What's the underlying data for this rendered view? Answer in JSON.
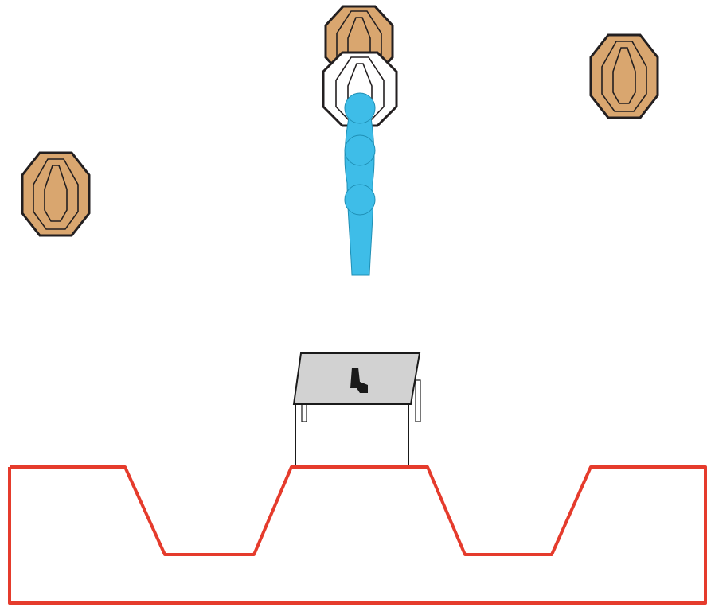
{
  "scene": {
    "description_note": "",
    "colors": {
      "background": "#ffffff",
      "target_fill": "#d9a66f",
      "target_stroke": "#231f20",
      "no_shoot_fill": "#ffffff",
      "popper_fill": "#3ebde8",
      "popper_stroke": "#1f8fb5",
      "table_top": "#d2d2d2",
      "table_stroke": "#1a1a1a",
      "pistol": "#1a1a1a",
      "fault_line": "#e53b2c"
    },
    "elements": {
      "paper_targets": 4,
      "no_shoot_targets": 1,
      "steel_poppers": 3,
      "table": 1,
      "pistol": 1,
      "shooting_area": 1
    }
  }
}
